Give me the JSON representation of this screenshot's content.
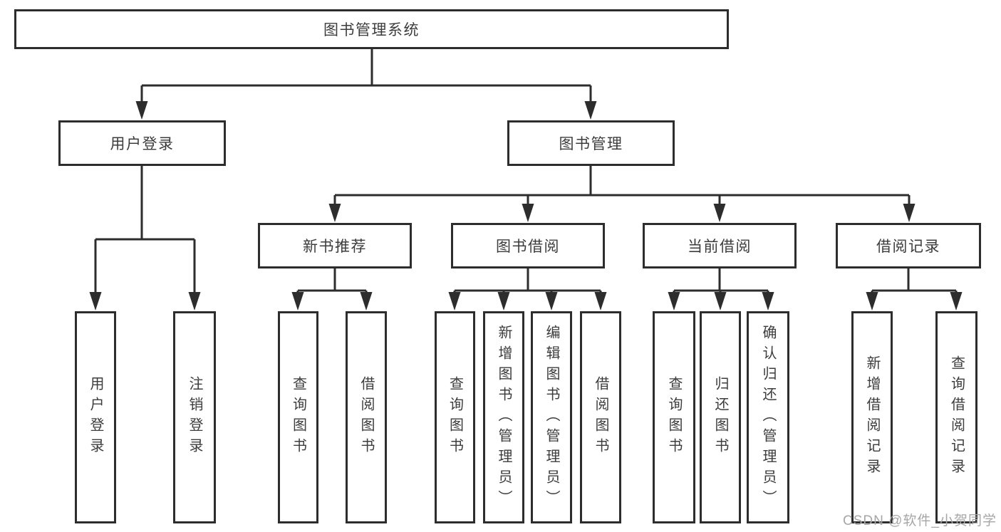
{
  "colors": {
    "line": "#2d2d2d",
    "text": "#3c3c3c",
    "watermark": "#a6a6a6",
    "background": "#ffffff"
  },
  "tree": {
    "root": {
      "label": "图书管理系统"
    },
    "children": [
      {
        "label": "用户登录",
        "leaves": [
          "用户登录",
          "注销登录"
        ]
      },
      {
        "label": "图书管理",
        "children": [
          {
            "label": "新书推荐",
            "leaves": [
              "查询图书",
              "借阅图书"
            ]
          },
          {
            "label": "图书借阅",
            "leaves": [
              "查询图书",
              "新增图书（管理员）",
              "编辑图书（管理员）",
              "借阅图书"
            ]
          },
          {
            "label": "当前借阅",
            "leaves": [
              "查询图书",
              "归还图书",
              "确认归还（管理员）"
            ]
          },
          {
            "label": "借阅记录",
            "leaves": [
              "新增借阅记录",
              "查询借阅记录"
            ]
          }
        ]
      }
    ]
  },
  "watermark": "CSDN @软件_小贺同学"
}
